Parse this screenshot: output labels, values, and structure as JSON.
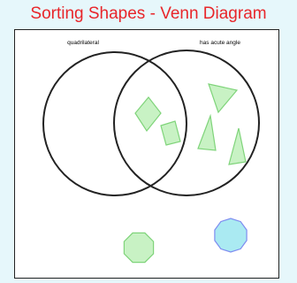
{
  "title": "Sorting Shapes - Venn Diagram",
  "sets": [
    {
      "label": "quadrilateral"
    },
    {
      "label": "has acute angle"
    }
  ],
  "colors": {
    "title": "#e8262a",
    "board_border": "#222222",
    "circle_stroke": "#222222",
    "shape_fill": "#c8f2c4",
    "shape_stroke": "#7fd47a",
    "outside_decagon_fill": "#aaeaf2",
    "outside_decagon_stroke": "#7e8cf0"
  },
  "shapes": [
    {
      "name": "rhombus",
      "type": "quadrilateral",
      "region": "both"
    },
    {
      "name": "parallelogram",
      "type": "quadrilateral",
      "region": "both"
    },
    {
      "name": "triangle-1",
      "type": "triangle",
      "region": "has acute angle only"
    },
    {
      "name": "triangle-2",
      "type": "triangle",
      "region": "has acute angle only"
    },
    {
      "name": "triangle-3",
      "type": "triangle",
      "region": "has acute angle only"
    },
    {
      "name": "octagon",
      "type": "octagon",
      "region": "outside"
    },
    {
      "name": "decagon",
      "type": "decagon",
      "region": "outside"
    }
  ]
}
